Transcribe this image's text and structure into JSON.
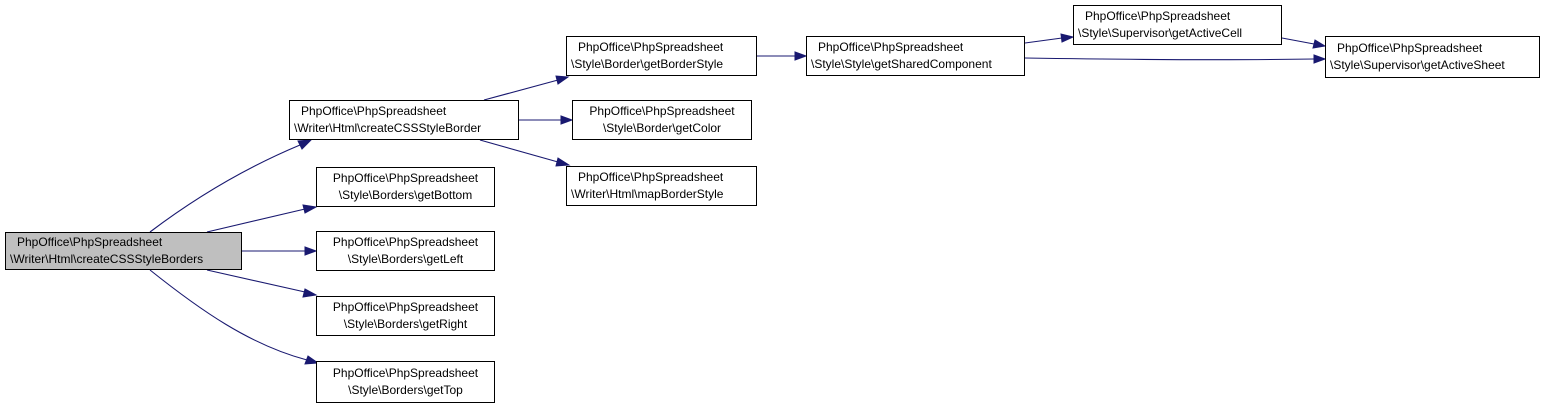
{
  "colors": {
    "edge": "#191970",
    "root_fill": "#bfbfbf",
    "node_fill": "#ffffff",
    "border": "#000000"
  },
  "nodes": {
    "n0": {
      "line1": "PhpOffice\\PhpSpreadsheet",
      "line2": "\\Writer\\Html\\createCSSStyleBorders"
    },
    "n1": {
      "line1": "PhpOffice\\PhpSpreadsheet",
      "line2": "\\Writer\\Html\\createCSSStyleBorder"
    },
    "n2": {
      "line1": "PhpOffice\\PhpSpreadsheet",
      "line2": "\\Style\\Borders\\getBottom"
    },
    "n3": {
      "line1": "PhpOffice\\PhpSpreadsheet",
      "line2": "\\Style\\Borders\\getLeft"
    },
    "n4": {
      "line1": "PhpOffice\\PhpSpreadsheet",
      "line2": "\\Style\\Borders\\getRight"
    },
    "n5": {
      "line1": "PhpOffice\\PhpSpreadsheet",
      "line2": "\\Style\\Borders\\getTop"
    },
    "n6": {
      "line1": "PhpOffice\\PhpSpreadsheet",
      "line2": "\\Style\\Border\\getBorderStyle"
    },
    "n7": {
      "line1": "PhpOffice\\PhpSpreadsheet",
      "line2": "\\Style\\Border\\getColor"
    },
    "n8": {
      "line1": "PhpOffice\\PhpSpreadsheet",
      "line2": "\\Writer\\Html\\mapBorderStyle"
    },
    "n9": {
      "line1": "PhpOffice\\PhpSpreadsheet",
      "line2": "\\Style\\Style\\getSharedComponent"
    },
    "n10": {
      "line1": "PhpOffice\\PhpSpreadsheet",
      "line2": "\\Style\\Supervisor\\getActiveCell"
    },
    "n11": {
      "line1": "PhpOffice\\PhpSpreadsheet",
      "line2": "\\Style\\Supervisor\\getActiveSheet"
    }
  },
  "edges": [
    {
      "from": "n0",
      "to": "n1"
    },
    {
      "from": "n0",
      "to": "n2"
    },
    {
      "from": "n0",
      "to": "n3"
    },
    {
      "from": "n0",
      "to": "n4"
    },
    {
      "from": "n0",
      "to": "n5"
    },
    {
      "from": "n1",
      "to": "n6"
    },
    {
      "from": "n1",
      "to": "n7"
    },
    {
      "from": "n1",
      "to": "n8"
    },
    {
      "from": "n6",
      "to": "n9"
    },
    {
      "from": "n9",
      "to": "n10"
    },
    {
      "from": "n9",
      "to": "n11"
    },
    {
      "from": "n10",
      "to": "n11"
    }
  ]
}
